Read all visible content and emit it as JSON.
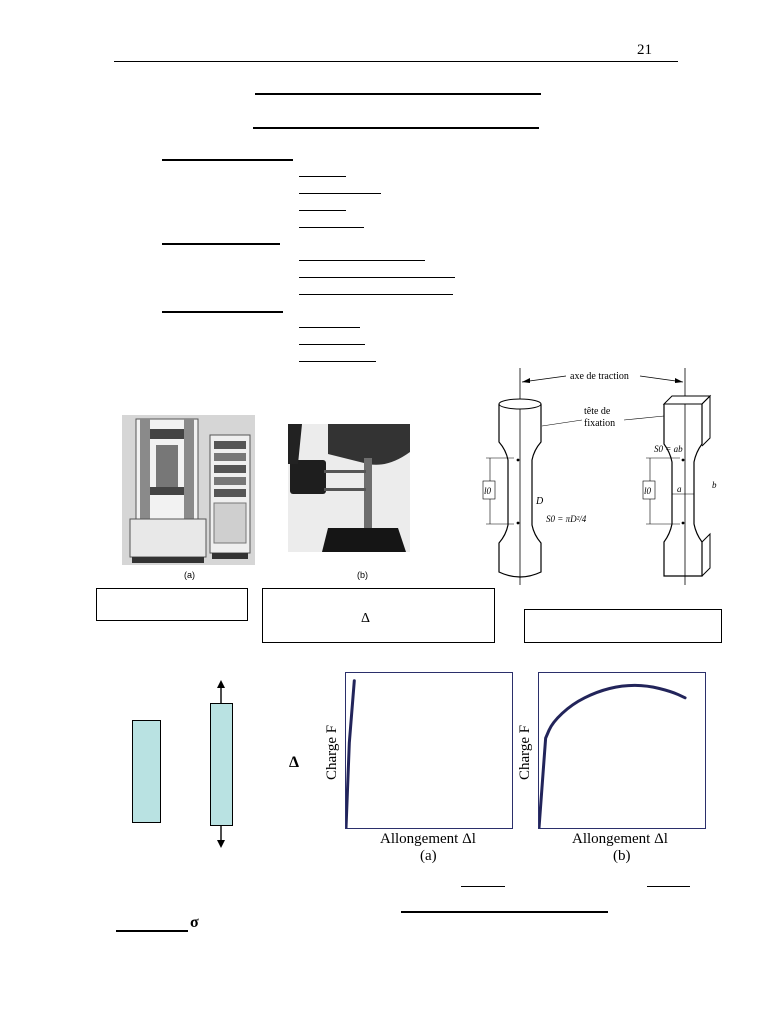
{
  "page": {
    "number": "21"
  },
  "figure_photos": {
    "caption_a": "(a)",
    "caption_b": "(b)"
  },
  "specimen_diagram": {
    "axis_label": "axe de traction",
    "head_label_line1": "tête de",
    "head_label_line2": "fixation",
    "l0_label": "l0",
    "diameter_label": "D",
    "round_area_formula": "S0 = πD²/4",
    "flat_area_formula": "S0 = ab",
    "width_label_a": "a",
    "width_label_b": "b"
  },
  "caption_boxes": {
    "middle_symbol": "Δ"
  },
  "side_symbol": "Δ",
  "sigma_symbol": "σ",
  "charts": {
    "ylabel": "Charge F",
    "xlabel": "Allongement Δl",
    "label_a": "(a)",
    "label_b": "(b)"
  },
  "chart_data": [
    {
      "type": "line",
      "title": "",
      "xlabel": "Allongement Δl",
      "ylabel": "Charge F",
      "series": [
        {
          "x": [
            0,
            0.02,
            0.05
          ],
          "y": [
            0,
            0.55,
            0.95
          ]
        }
      ]
    },
    {
      "type": "line",
      "title": "",
      "xlabel": "Allongement Δl",
      "ylabel": "Charge F",
      "series": [
        {
          "x": [
            0,
            0.04,
            0.08,
            0.2,
            0.35,
            0.5,
            0.65,
            0.8,
            0.88
          ],
          "y": [
            0,
            0.58,
            0.68,
            0.8,
            0.88,
            0.92,
            0.92,
            0.88,
            0.84
          ]
        }
      ]
    }
  ],
  "colors": {
    "bar_fill": "#b9e2e2",
    "plot_line": "#22245a",
    "plot_border": "#2b2f6b"
  }
}
